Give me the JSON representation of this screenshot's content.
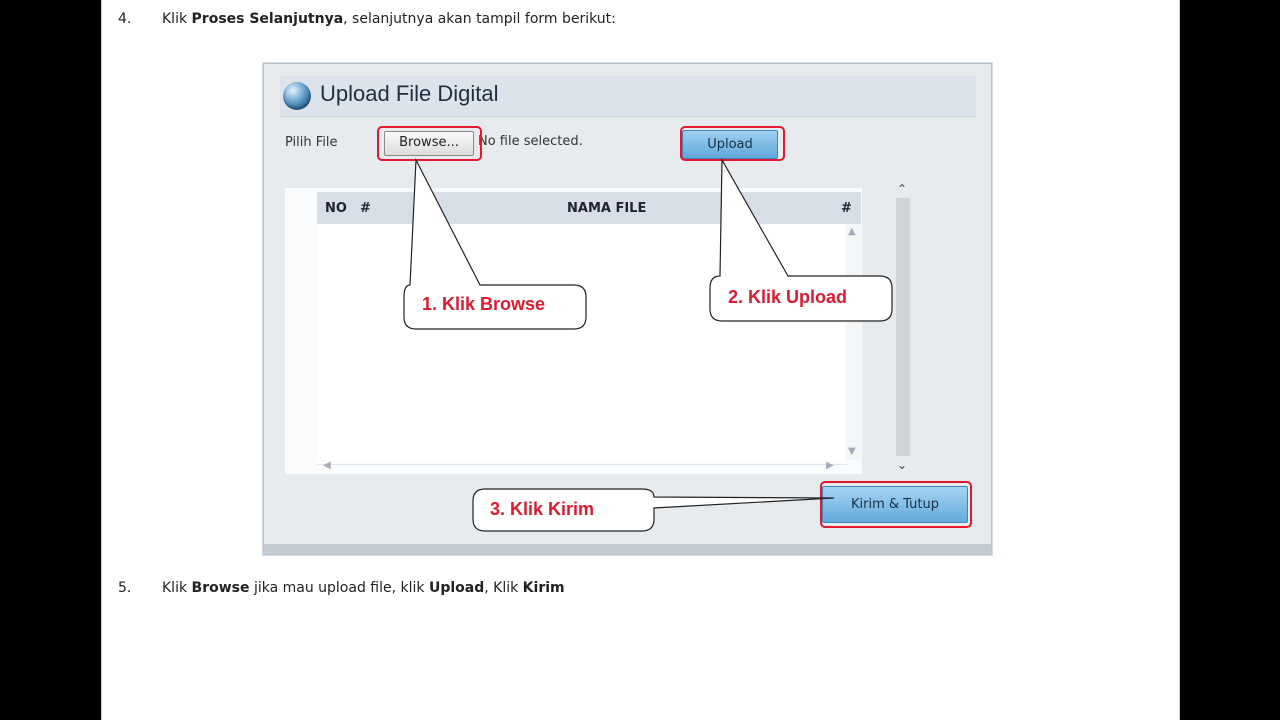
{
  "step4": {
    "number": "4.",
    "prefix": "Klik ",
    "bold": "Proses Selanjutnya",
    "suffix": ", selanjutnya akan tampil form berikut:"
  },
  "step5": {
    "number": "5.",
    "p1": "Klik ",
    "b1": "Browse",
    "p2": " jika mau upload file, klik ",
    "b2": "Upload",
    "p3": ", Klik ",
    "b3": "Kirim"
  },
  "dialog": {
    "title": "Upload File Digital",
    "pilih_file_label": "Pilih File",
    "browse_label": "Browse...",
    "no_file_text": "No file selected.",
    "upload_label": "Upload",
    "kirim_label": "Kirim & Tutup",
    "grid": {
      "col_no": "NO",
      "col_hash1": "#",
      "col_nama": "NAMA FILE",
      "col_hash2": "#",
      "rows": []
    }
  },
  "callouts": {
    "browse": "1.   Klik Browse",
    "upload": "2.   Klik Upload",
    "kirim": "3.   Klik Kirim"
  },
  "colors": {
    "accent_red": "#e0192e",
    "button_blue": "#62aadd"
  }
}
